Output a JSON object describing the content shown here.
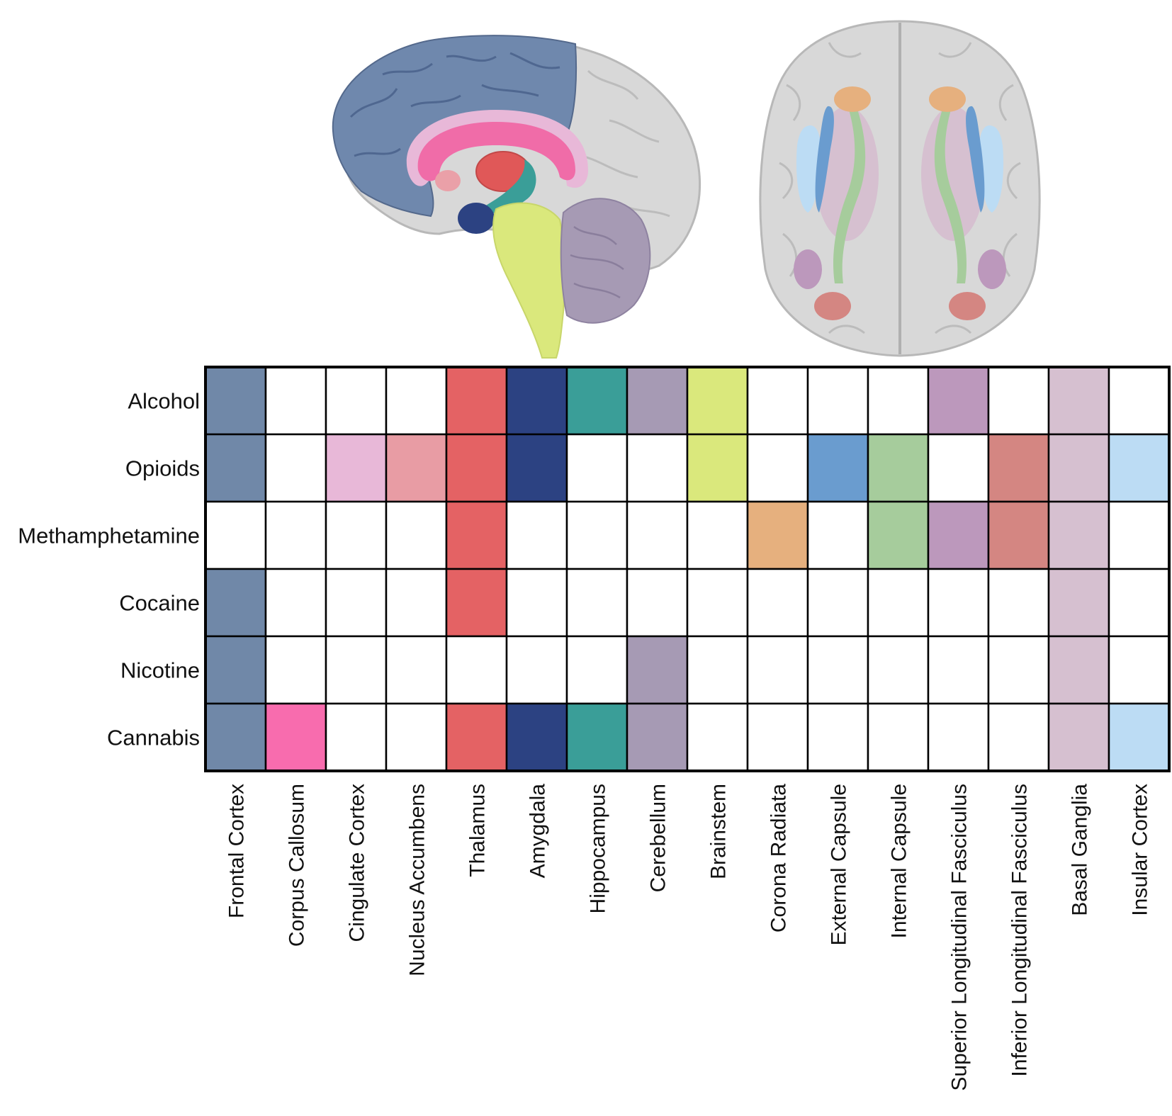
{
  "rows": [
    "Alcohol",
    "Opioids",
    "Methamphetamine",
    "Cocaine",
    "Nicotine",
    "Cannabis"
  ],
  "columns": [
    {
      "name": "Frontal Cortex",
      "color": "#7088a8"
    },
    {
      "name": "Corpus Callosum",
      "color": "#f86cae"
    },
    {
      "name": "Cingulate Cortex",
      "color": "#e8b8d8"
    },
    {
      "name": "Nucleus Accumbens",
      "color": "#e89ca4"
    },
    {
      "name": "Thalamus",
      "color": "#e46264"
    },
    {
      "name": "Amygdala",
      "color": "#2c4282"
    },
    {
      "name": "Hippocampus",
      "color": "#3a9e98"
    },
    {
      "name": "Cerebellum",
      "color": "#a69ab4"
    },
    {
      "name": "Brainstem",
      "color": "#dae87c"
    },
    {
      "name": "Corona Radiata",
      "color": "#e6b07e"
    },
    {
      "name": "External Capsule",
      "color": "#6a9ccf"
    },
    {
      "name": "Internal Capsule",
      "color": "#a6cc9c"
    },
    {
      "name": "Superior Longitudinal Fasciculus",
      "color": "#bc98bc"
    },
    {
      "name": "Inferior Longitudinal  Fasciculus",
      "color": "#d48682"
    },
    {
      "name": "Basal Ganglia",
      "color": "#d6c0d0"
    },
    {
      "name": "Insular Cortex",
      "color": "#bcdcf4"
    }
  ],
  "matrix": [
    [
      1,
      0,
      0,
      0,
      1,
      1,
      1,
      1,
      1,
      0,
      0,
      0,
      1,
      0,
      1,
      0
    ],
    [
      1,
      0,
      1,
      1,
      1,
      1,
      0,
      0,
      1,
      0,
      1,
      1,
      0,
      1,
      1,
      1
    ],
    [
      0,
      0,
      0,
      0,
      1,
      0,
      0,
      0,
      0,
      1,
      0,
      1,
      1,
      1,
      1,
      0
    ],
    [
      1,
      0,
      0,
      0,
      1,
      0,
      0,
      0,
      0,
      0,
      0,
      0,
      0,
      0,
      1,
      0
    ],
    [
      1,
      0,
      0,
      0,
      0,
      0,
      0,
      1,
      0,
      0,
      0,
      0,
      0,
      0,
      1,
      0
    ],
    [
      1,
      1,
      0,
      0,
      1,
      1,
      1,
      1,
      0,
      0,
      0,
      0,
      0,
      0,
      1,
      1
    ]
  ],
  "brain_palette": {
    "cortex_gray": "#d8d8d8",
    "cortex_outline": "#b8b8b8",
    "frontal_blue": "#6f88ad",
    "cingulate_pink": "#e8b8d8",
    "callosum_pink": "#f06ca8",
    "accumbens_pink": "#eaa0a8",
    "thalamus_red": "#e05858",
    "amygdala_navy": "#2c4282",
    "hippocampus_teal": "#3a9e98",
    "brainstem_yellow": "#dae87c",
    "cerebellum_purple": "#a69ab4",
    "basal_ganglia_mauve": "#d6c0d0",
    "internal_capsule_green": "#a6cc9c",
    "external_capsule_blue": "#6a9ccf",
    "insula_light_blue": "#bcdcf4",
    "corona_orange": "#e6b07e",
    "slf_purple": "#bc98bc",
    "ilf_red": "#d48682"
  }
}
